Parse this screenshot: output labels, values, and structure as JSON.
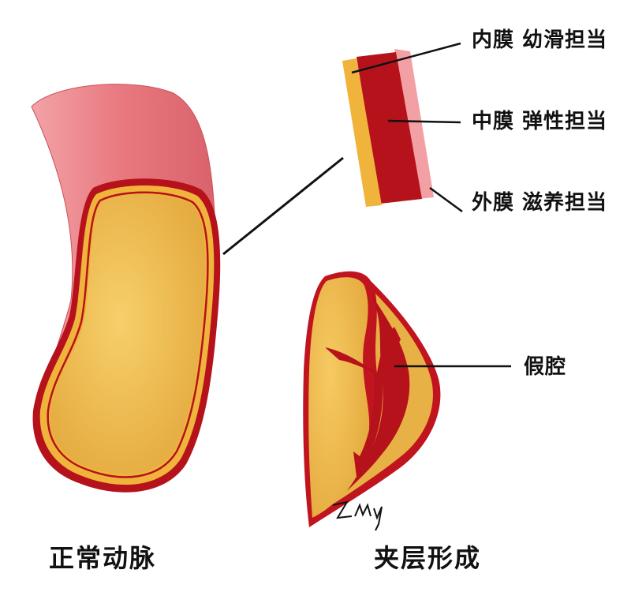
{
  "labels": {
    "intima": "内膜 幼滑担当",
    "media": "中膜 弹性担当",
    "adventitia": "外膜 滋养担当",
    "false_lumen": "假腔",
    "normal_artery": "正常动脉",
    "dissection_formation": "夹层形成"
  },
  "signature": "Zmy",
  "colors": {
    "adventitia_pink": "#e8777e",
    "adventitia_light": "#f2a0a4",
    "media_red": "#b5121b",
    "intima_yellow": "#f0b43c",
    "lumen_gold": "#e8b146",
    "outline": "#9c0f16",
    "leader_line": "#111111"
  }
}
